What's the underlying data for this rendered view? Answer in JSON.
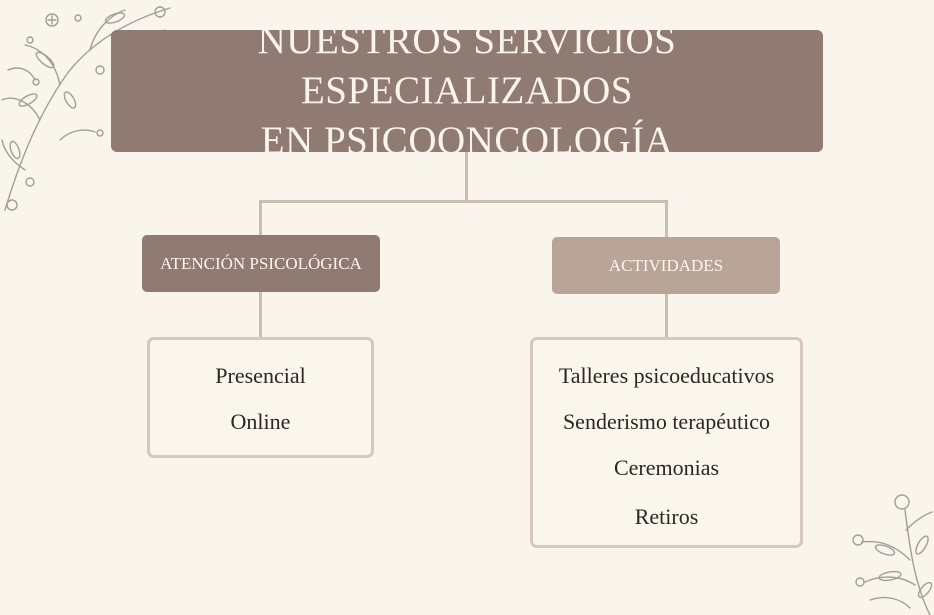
{
  "title": {
    "line1": "NUESTROS SERVICIOS ESPECIALIZADOS",
    "line2": "EN PSICOONCOLOGÍA"
  },
  "categories": [
    {
      "label": "ATENCIÓN PSICOLÓGICA",
      "items": [
        "Presencial",
        "Online"
      ]
    },
    {
      "label": "ACTIVIDADES",
      "items": [
        "Talleres psicoeducativos",
        "Senderismo terapéutico",
        "Ceremonias",
        "Retiros"
      ]
    }
  ],
  "colors": {
    "background": "#f9f5ec",
    "title_box": "#8f7b71",
    "category_left": "#8f7b71",
    "category_right": "#b9a598",
    "connector": "#cdbdb1",
    "list_border": "#d6c8bd",
    "text_dark": "#2e2521",
    "text_light": "#fbf4ec"
  },
  "decorations": [
    "floral-corner-top-left",
    "floral-corner-bottom-right"
  ]
}
